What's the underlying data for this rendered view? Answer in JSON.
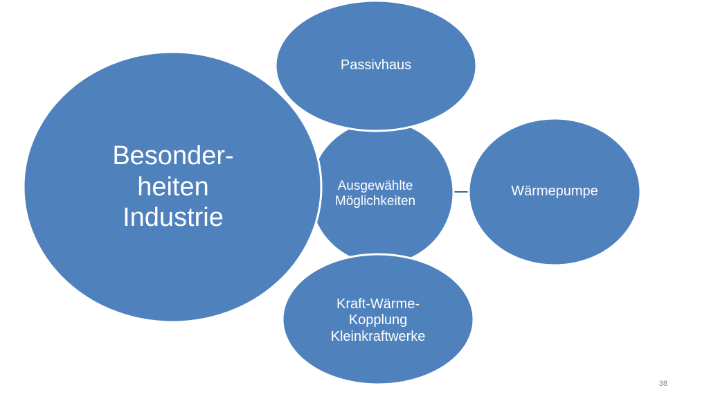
{
  "colors": {
    "fill": "#4f81bd",
    "stroke": "#ffffff",
    "connector": "#3c6494",
    "text": "#ffffff"
  },
  "nodes": {
    "main": {
      "label": "Besonder-\nheiten\nIndustrie"
    },
    "center": {
      "label": "Ausgewählte\nMöglichkeiten"
    },
    "top": {
      "label": "Passivhaus"
    },
    "right": {
      "label": "Wärmepumpe"
    },
    "bottom": {
      "label": "Kraft-Wärme-\nKopplung\nKleinkraftwerke"
    }
  },
  "page_number": "38"
}
